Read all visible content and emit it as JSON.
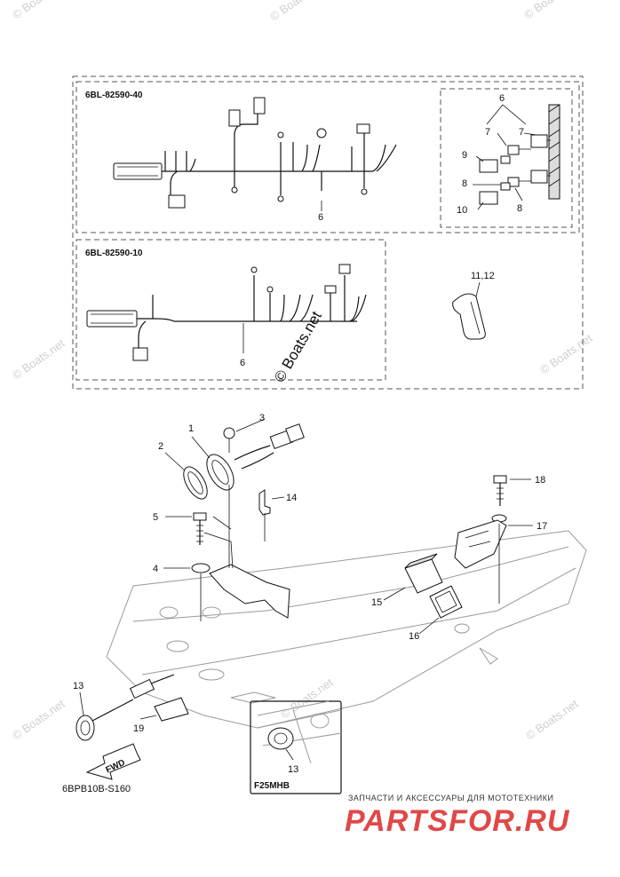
{
  "watermark": "© Boats.net",
  "main_watermark": "© Boats.net",
  "diagram": {
    "box_top_code": "6BL-82590-40",
    "box_bottom_code": "6BL-82590-10",
    "figure_code": "6BPB10B-S160",
    "detail_code": "F25MHB",
    "fwd_label": "FWD"
  },
  "callouts": {
    "c1": "1",
    "c2": "2",
    "c3": "3",
    "c4": "4",
    "c5": "5",
    "c6a": "6",
    "c6b": "6",
    "c6c": "6",
    "c7a": "7",
    "c7b": "7",
    "c8a": "8",
    "c8b": "8",
    "c9": "9",
    "c10": "10",
    "c11_12": "11,12",
    "c13a": "13",
    "c13b": "13",
    "c14": "14",
    "c15": "15",
    "c16": "16",
    "c17": "17",
    "c18": "18",
    "c19": "19"
  },
  "brand": {
    "subtitle": "ЗАПЧАСТИ И АКСЕССУАРЫ ДЛЯ МОТОТЕХНИКИ",
    "logo": "PARTSFOR.RU"
  }
}
